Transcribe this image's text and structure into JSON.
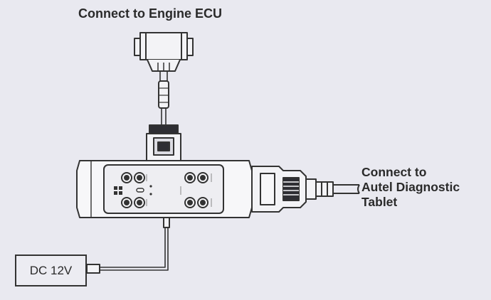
{
  "diagram": {
    "ecu_label": "Connect to Engine ECU",
    "tablet_label_lines": [
      "Connect to",
      "Autel Diagnostic",
      "Tablet"
    ],
    "power_label": "DC 12V"
  },
  "colors": {
    "background": "#e9e9f0",
    "line": "#333333",
    "device_body": "#f7f7f9",
    "panel": "#eeeef2"
  }
}
